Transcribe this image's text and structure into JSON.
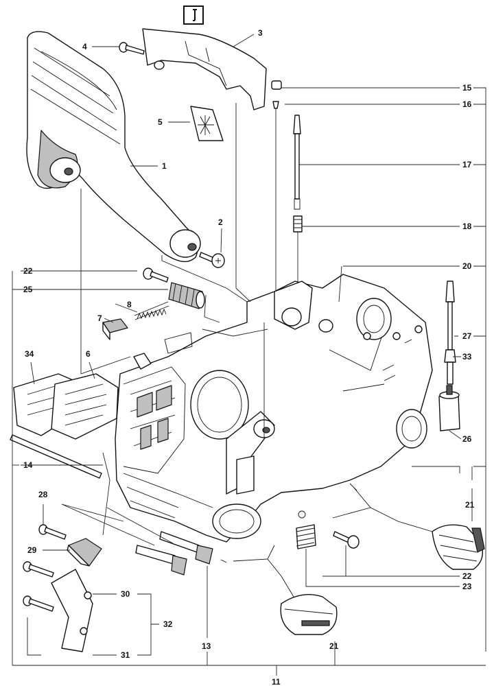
{
  "header": {
    "icon": "wrench-icon"
  },
  "labels": {
    "l1": "1",
    "l2": "2",
    "l3": "3",
    "l4": "4",
    "l5": "5",
    "l6": "6",
    "l7": "7",
    "l8": "8",
    "l11": "11",
    "l13": "13",
    "l14": "14",
    "l15": "15",
    "l16": "16",
    "l17": "17",
    "l18": "18",
    "l20": "20",
    "l21a": "21",
    "l21b": "21",
    "l22a": "22",
    "l22b": "22",
    "l23": "23",
    "l25": "25",
    "l26": "26",
    "l27": "27",
    "l28": "28",
    "l29": "29",
    "l30": "30",
    "l31": "31",
    "l32": "32",
    "l33": "33",
    "l34": "34"
  }
}
